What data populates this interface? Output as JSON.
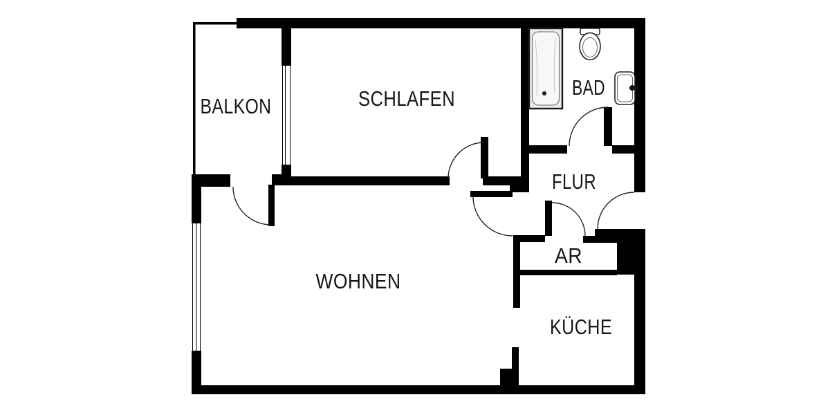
{
  "plan": {
    "type": "apartment-floor-plan",
    "rooms": {
      "balkon": {
        "label": "BALKON"
      },
      "schlafen": {
        "label": "SCHLAFEN"
      },
      "bad": {
        "label": "BAD"
      },
      "flur": {
        "label": "FLUR"
      },
      "ar": {
        "label": "AR"
      },
      "wohnen": {
        "label": "WOHNEN"
      },
      "kueche": {
        "label": "KÜCHE"
      }
    },
    "fixtures": {
      "bathtub": "bathtub-icon",
      "toilet": "toilet-icon",
      "sink": "sink-icon"
    },
    "colors": {
      "wall": "#000000",
      "background": "#ffffff",
      "door_line": "#222222",
      "bathtub_fill": "#ebebeb",
      "text": "#161616"
    }
  }
}
